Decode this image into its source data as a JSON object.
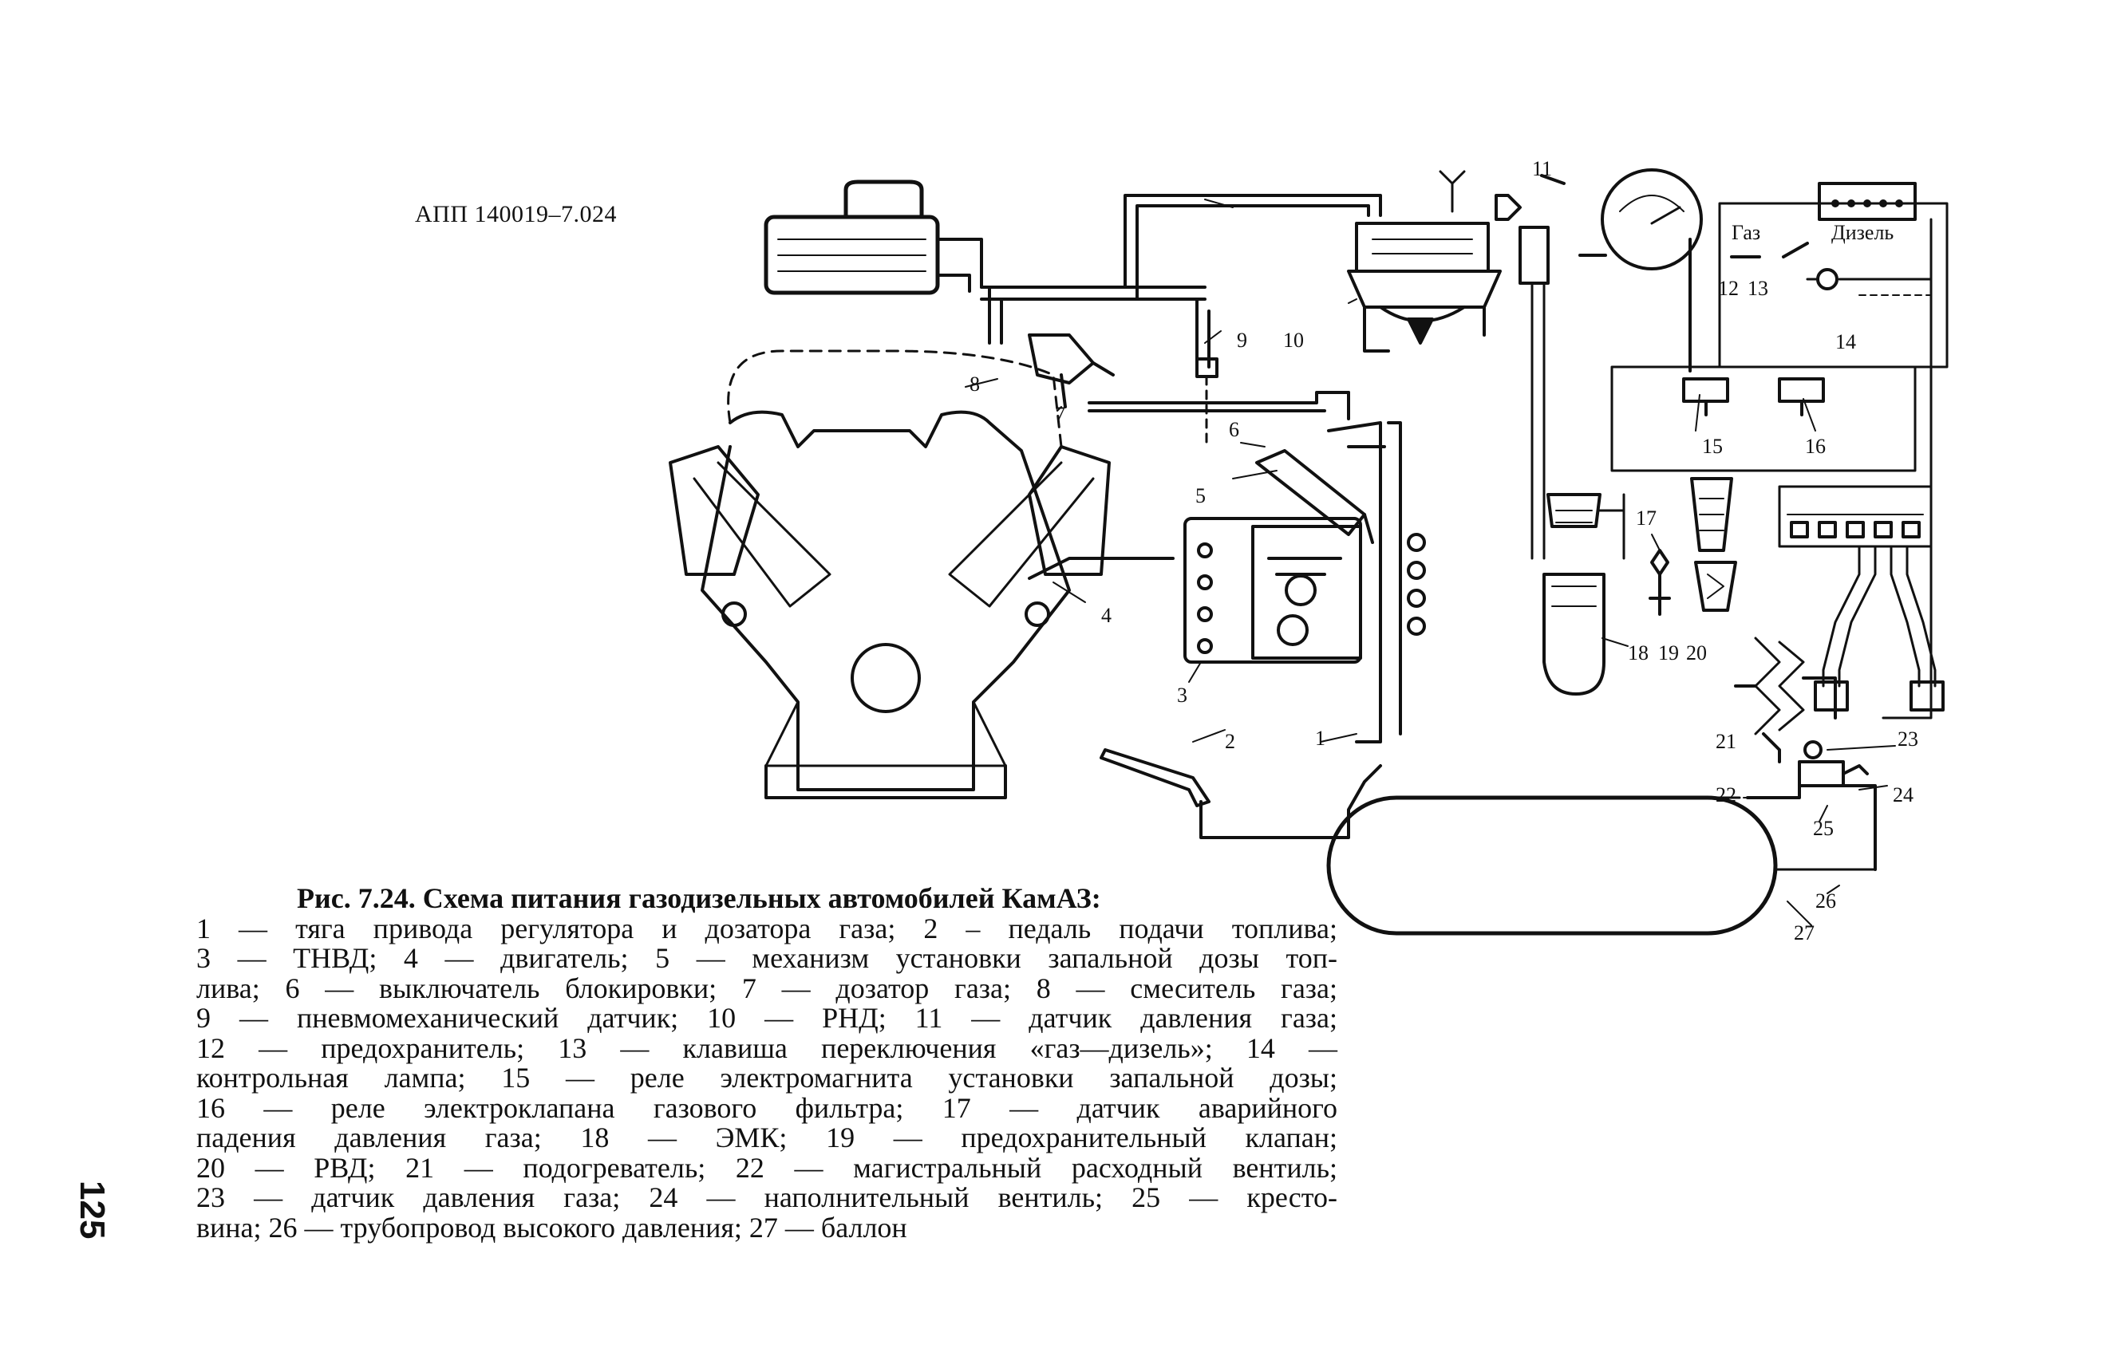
{
  "document": {
    "code": "АПП 140019–7.024",
    "page_number": "125"
  },
  "diagram": {
    "labels": [
      "1",
      "2",
      "3",
      "4",
      "5",
      "6",
      "7",
      "8",
      "9",
      "10",
      "11",
      "12",
      "13",
      "14",
      "15",
      "16",
      "17",
      "18",
      "19",
      "20",
      "21",
      "22",
      "23",
      "24",
      "25",
      "26",
      "27"
    ],
    "panel_gas": "Газ",
    "panel_diesel": "Дизель"
  },
  "caption": {
    "title": "Рис. 7.24. Схема питания газодизельных автомобилей КамАЗ:",
    "lines": [
      "1 — тяга привода регулятора и дозатора газа; 2 – педаль подачи топлива;",
      "3 — ТНВД; 4 — двигатель; 5 — механизм установки запальной дозы топ-",
      "лива; 6 — выключатель блокировки; 7 — дозатор газа; 8 — смеситель газа;",
      "9 — пневмомеханический датчик; 10 — РНД; 11 — датчик давления газа;",
      "12 — предохранитель; 13 — клавиша переключения «газ—дизель»; 14 —",
      "контрольная лампа; 15 — реле электромагнита установки запальной дозы;",
      "16 — реле электроклапана газового фильтра; 17 — датчик аварийного",
      "падения давления газа; 18 — ЭМК; 19 — предохранительный клапан;",
      "20 — РВД; 21 — подогреватель; 22 — магистральный расходный вентиль;",
      "23 — датчик давления газа; 24 — наполнительный вентиль; 25 — кресто-",
      "вина; 26 — трубопровод высокого давления; 27 — баллон"
    ]
  }
}
